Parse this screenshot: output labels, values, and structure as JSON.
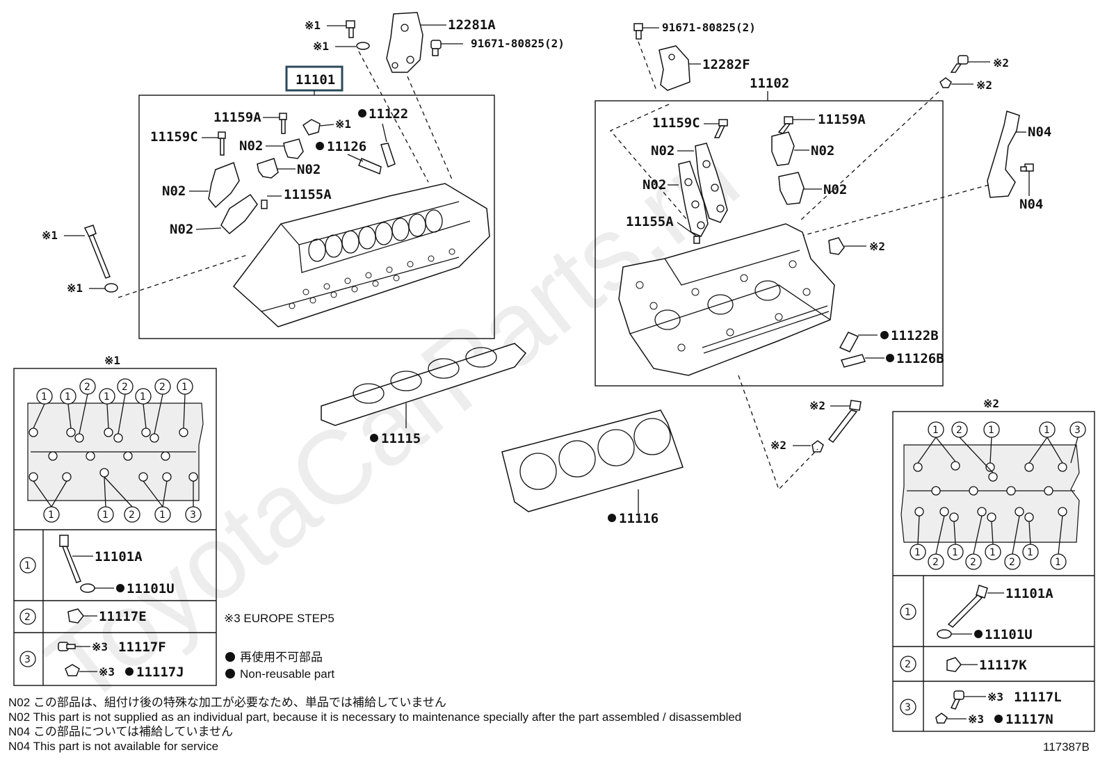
{
  "diagram_id": "117387B",
  "watermark": "ToyotaCarParts.ru",
  "parts": {
    "left_head": "11101",
    "right_head": "11102",
    "bracket_a": "12281A",
    "bracket_f": "12282F",
    "bolt_bracket_a": "91671-80825(2)",
    "bolt_bracket_f": "91671-80825(2)",
    "l_11159a": "11159A",
    "l_11159c": "11159C",
    "l_11122": "11122",
    "l_11126": "11126",
    "l_n02_a": "N02",
    "l_n02_b": "N02",
    "l_n02_c": "N02",
    "l_n02_d": "N02",
    "l_11155a": "11155A",
    "r_11159c": "11159C",
    "r_11159a": "11159A",
    "r_n02_a": "N02",
    "r_n02_b": "N02",
    "r_n02_c": "N02",
    "r_n02_d": "N02",
    "r_11155a": "11155A",
    "r_11122b": "11122B",
    "r_11126b": "11126B",
    "r_n04_a": "N04",
    "r_n04_b": "N04",
    "gasket_1": "11115",
    "gasket_2": "11116"
  },
  "refs": {
    "x1": "※1",
    "x2": "※2",
    "x3": "※3"
  },
  "left_table": {
    "title": "※1",
    "row1": {
      "num": "1",
      "part": "11101A",
      "washer": "11101U"
    },
    "row2": {
      "num": "2",
      "part": "11117E"
    },
    "row3": {
      "num": "3",
      "part_a": "11117F",
      "part_b": "11117J"
    }
  },
  "right_table": {
    "title": "※2",
    "row1": {
      "num": "1",
      "part": "11101A",
      "washer": "11101U"
    },
    "row2": {
      "num": "2",
      "part": "11117K"
    },
    "row3": {
      "num": "3",
      "part_a": "11117L",
      "part_b": "11117N"
    }
  },
  "left_pattern": {
    "top": [
      "1",
      "1",
      "2",
      "1",
      "2",
      "1",
      "2",
      "1"
    ],
    "bottom": [
      "1",
      "1",
      "2",
      "1",
      "3"
    ]
  },
  "right_pattern": {
    "top": [
      "1",
      "2",
      "1",
      "1",
      "3"
    ],
    "bottom": [
      "1",
      "2",
      "1",
      "2",
      "1",
      "2",
      "1",
      "1"
    ]
  },
  "europe_note": "※3 EUROPE STEP5",
  "legend": {
    "jp": "再使用不可部品",
    "en": "Non-reusable part"
  },
  "footnotes": [
    "N02  この部品は、組付け後の特殊な加工が必要なため、単品では補給していません",
    "N02  This part is not supplied as an individual part, because it is necessary to maintenance specially after the part assembled / disassembled",
    "N04  この部品については補給していません",
    "N04  This part is not available for service"
  ]
}
